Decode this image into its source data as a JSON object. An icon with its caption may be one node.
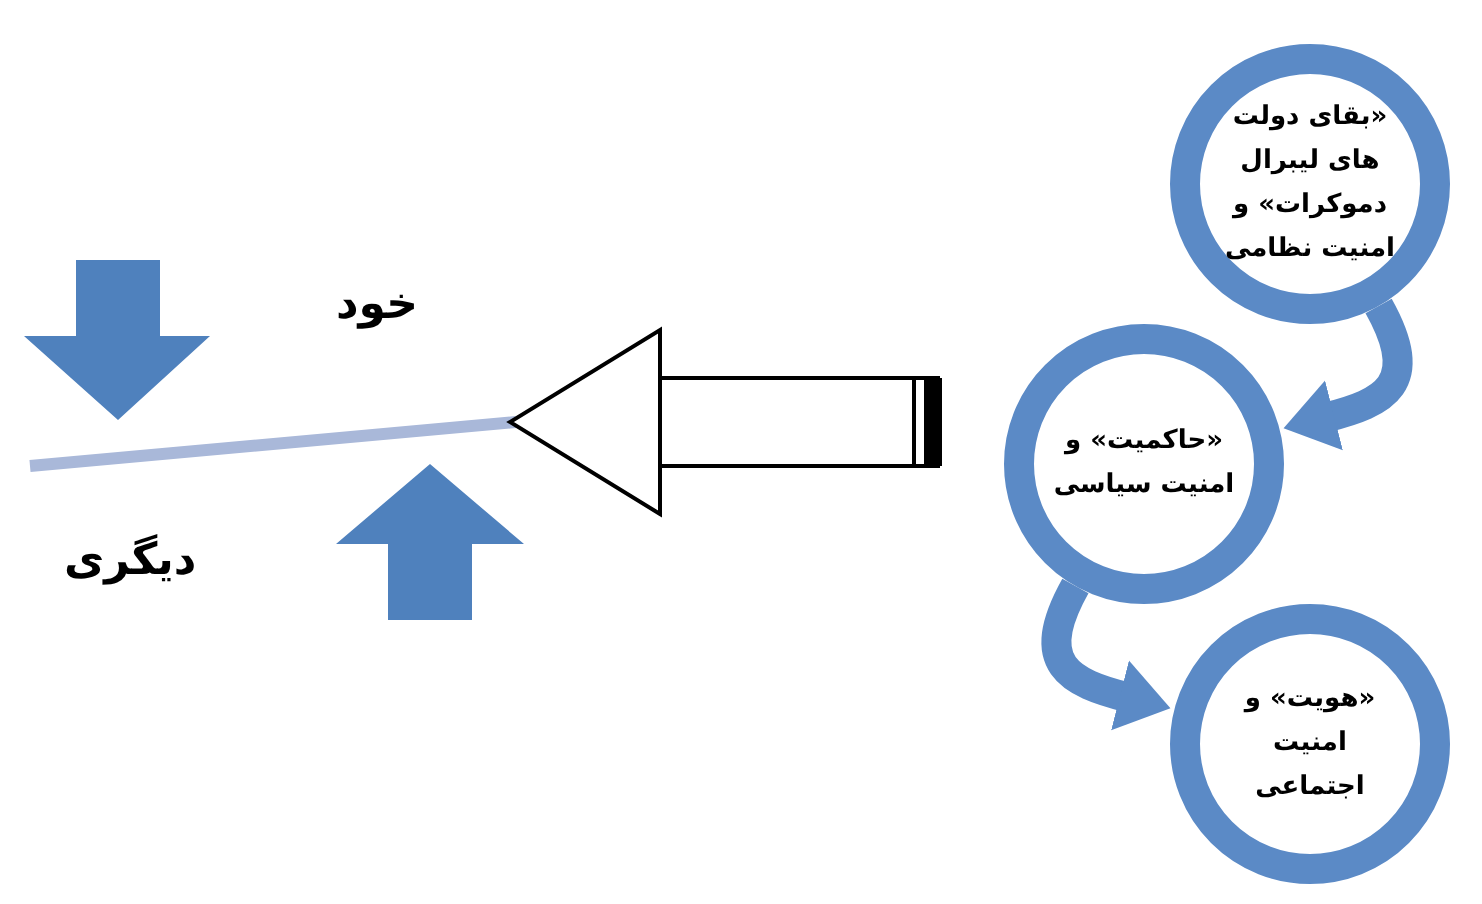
{
  "diagram": {
    "nodes": [
      {
        "text": [
          "«بقای دولت های لیبرال دموکرات» و امنیت نظامی"
        ]
      },
      {
        "text": [
          "«حاکمیت» و امنیت سیاسی"
        ]
      },
      {
        "text": [
          "«هویت» و امنیت اجتماعی"
        ]
      },
      {
        "text": [],
        "shape": "bar"
      }
    ],
    "edges": [
      {
        "from": 0,
        "to": 1,
        "arrow": "to"
      },
      {
        "from": 1,
        "to": 2,
        "arrow": "to"
      },
      {
        "from": null,
        "to": 3,
        "arrow": "to",
        "color": "#000000"
      }
    ],
    "labels": [
      "خود",
      "دیگری"
    ]
  }
}
